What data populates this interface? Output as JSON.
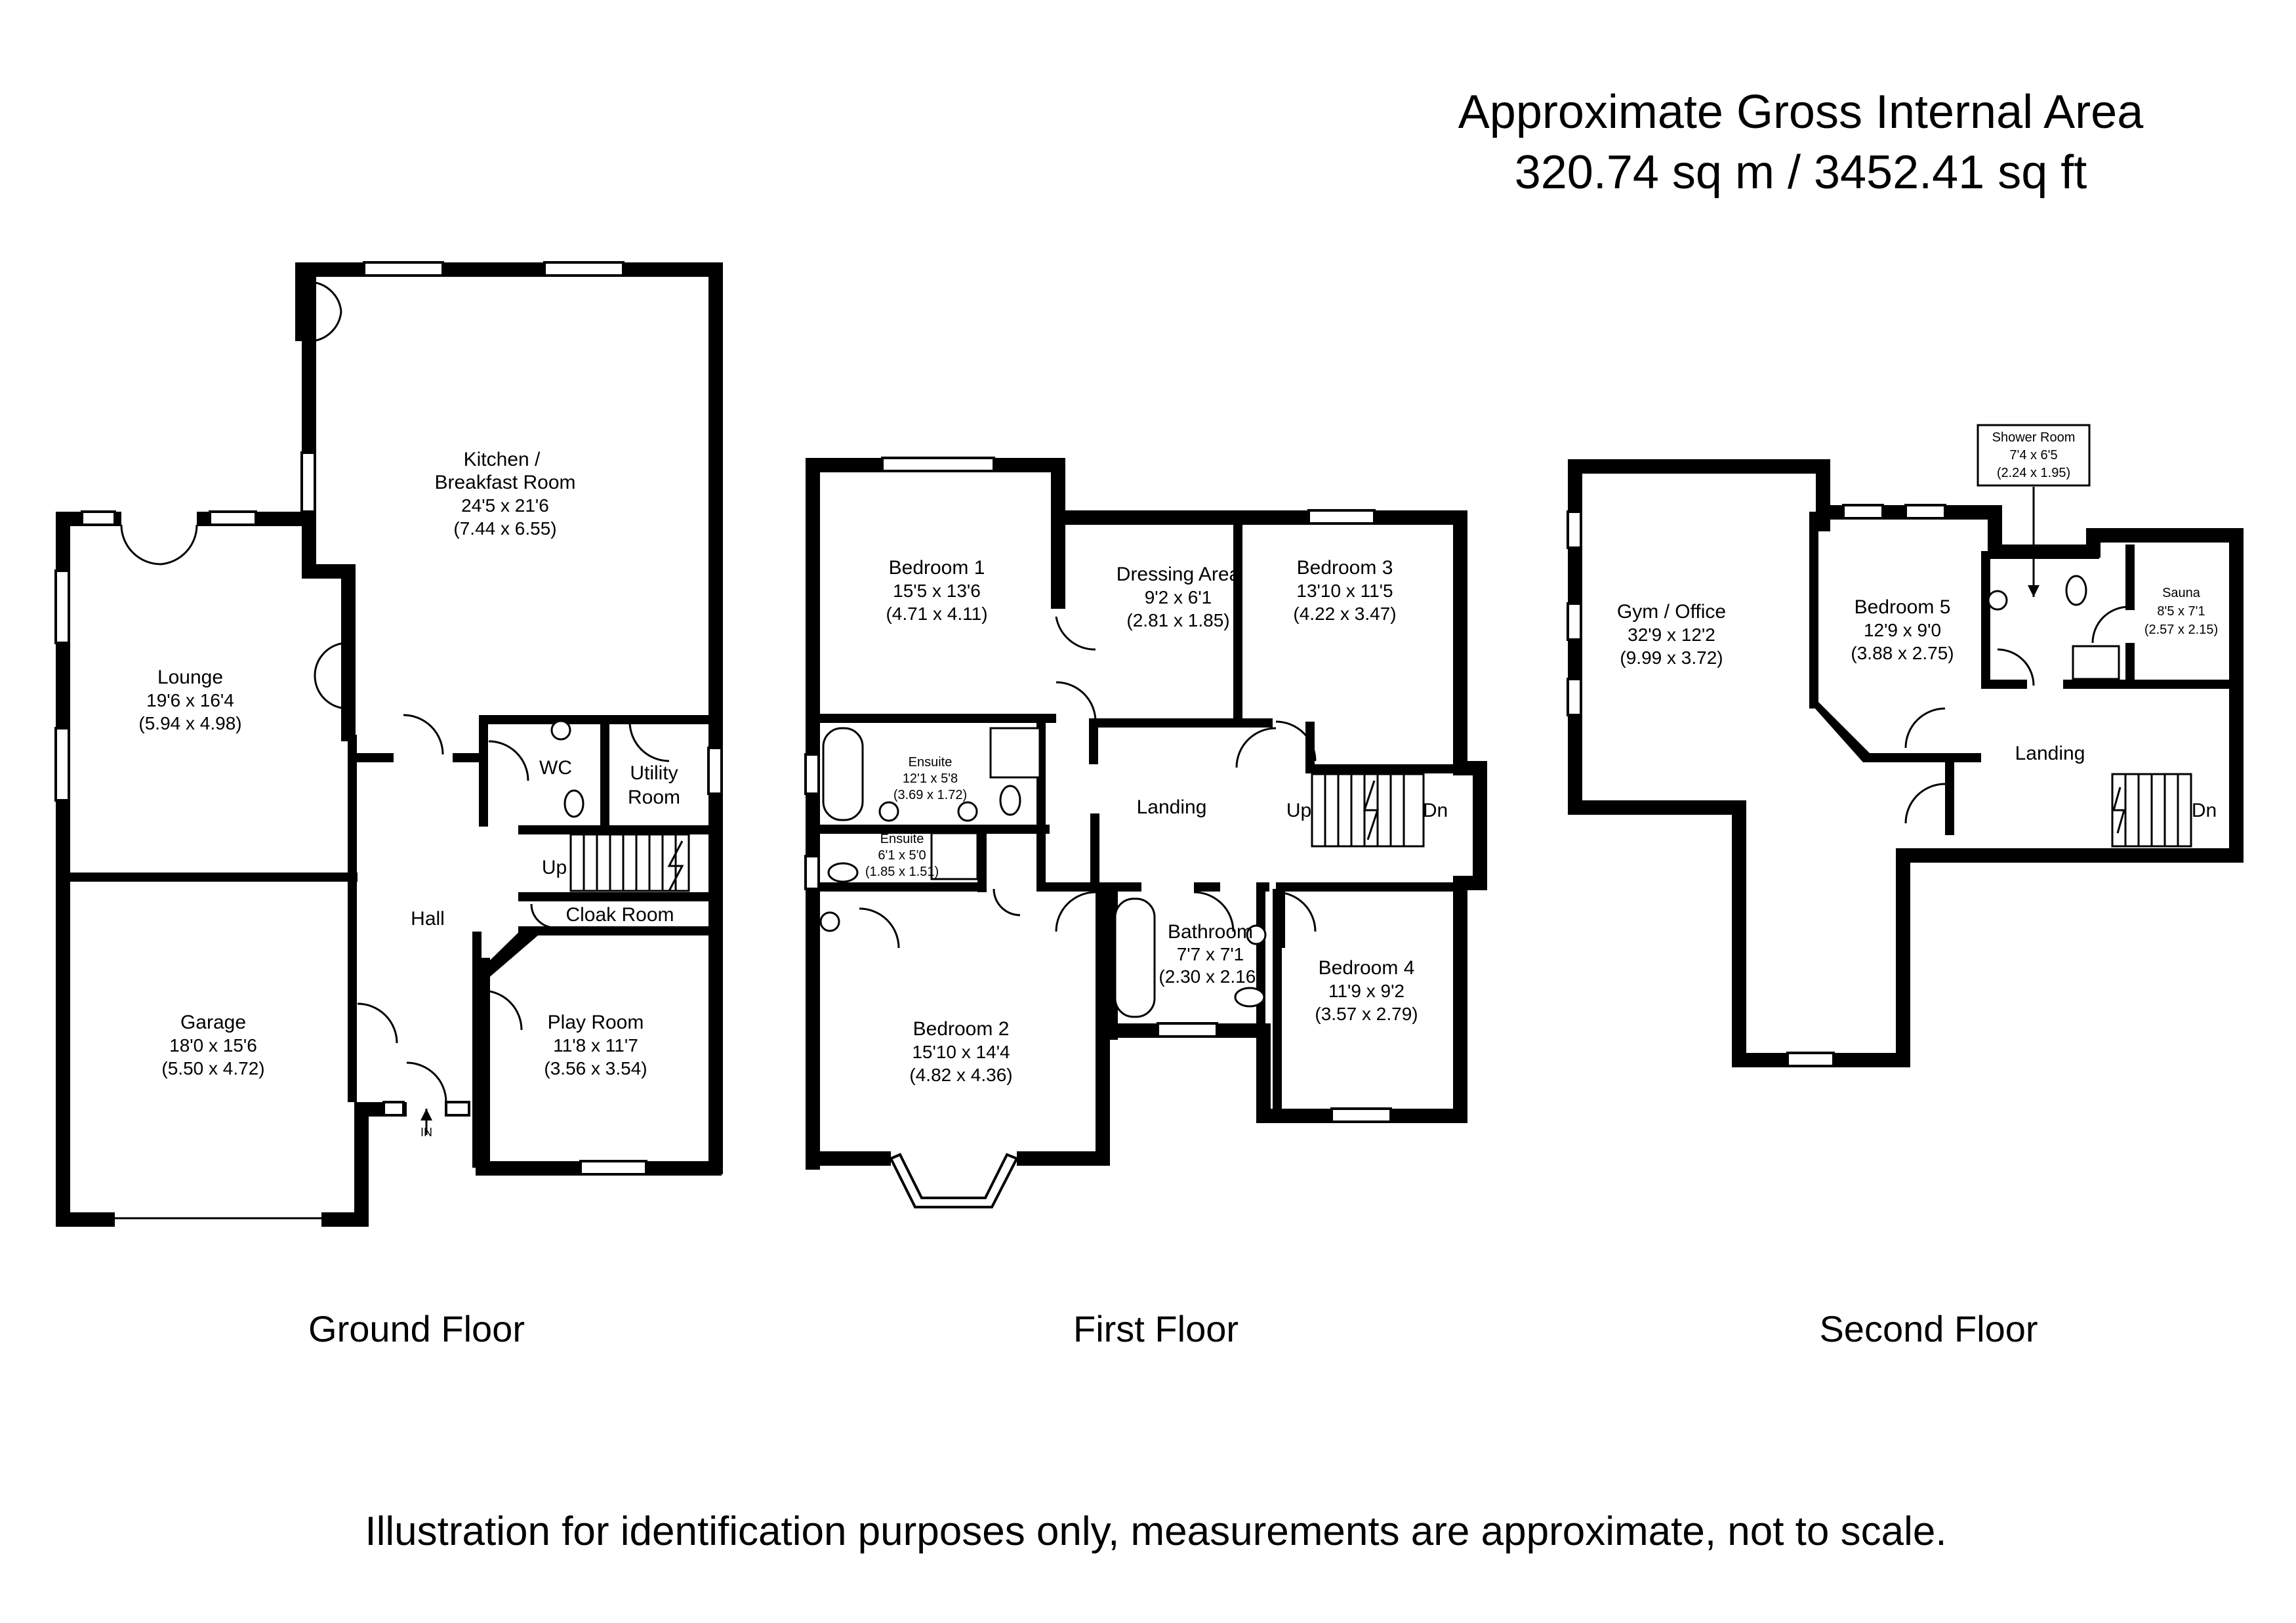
{
  "header": {
    "line1": "Approximate Gross Internal Area",
    "line2": "320.74 sq m / 3452.41 sq ft"
  },
  "footer": {
    "disclaimer": "Illustration for identification purposes only, measurements are approximate, not to scale."
  },
  "floors": {
    "ground": {
      "label": "Ground Floor",
      "rooms": {
        "kitchen": {
          "name1": "Kitchen /",
          "name2": "Breakfast Room",
          "dim_imperial": "24'5 x 21'6",
          "dim_metric": "(7.44 x 6.55)"
        },
        "lounge": {
          "name": "Lounge",
          "dim_imperial": "19'6 x 16'4",
          "dim_metric": "(5.94 x 4.98)"
        },
        "garage": {
          "name": "Garage",
          "dim_imperial": "18'0 x 15'6",
          "dim_metric": "(5.50 x 4.72)"
        },
        "hall": {
          "name": "Hall"
        },
        "wc": {
          "name": "WC"
        },
        "utility": {
          "name1": "Utility",
          "name2": "Room"
        },
        "cloak": {
          "name": "Cloak Room"
        },
        "play": {
          "name": "Play Room",
          "dim_imperial": "11'8 x 11'7",
          "dim_metric": "(3.56 x 3.54)"
        }
      },
      "stairs_up": "Up",
      "entrance": "IN"
    },
    "first": {
      "label": "First Floor",
      "rooms": {
        "bed1": {
          "name": "Bedroom 1",
          "dim_imperial": "15'5 x 13'6",
          "dim_metric": "(4.71 x 4.11)"
        },
        "dressing": {
          "name": "Dressing Area",
          "dim_imperial": "9'2 x 6'1",
          "dim_metric": "(2.81 x 1.85)"
        },
        "bed3": {
          "name": "Bedroom 3",
          "dim_imperial": "13'10 x 11'5",
          "dim_metric": "(4.22 x 3.47)"
        },
        "ensuite1": {
          "name": "Ensuite",
          "dim_imperial": "12'1 x 5'8",
          "dim_metric": "(3.69 x 1.72)"
        },
        "ensuite2": {
          "name": "Ensuite",
          "dim_imperial": "6'1 x 5'0",
          "dim_metric": "(1.85 x 1.51)"
        },
        "landing": {
          "name": "Landing"
        },
        "bathroom": {
          "name": "Bathroom",
          "dim_imperial": "7'7 x 7'1",
          "dim_metric": "(2.30 x 2.16)"
        },
        "bed4": {
          "name": "Bedroom 4",
          "dim_imperial": "11'9 x 9'2",
          "dim_metric": "(3.57 x 2.79)"
        },
        "bed2": {
          "name": "Bedroom 2",
          "dim_imperial": "15'10 x 14'4",
          "dim_metric": "(4.82 x 4.36)"
        }
      },
      "stairs_up": "Up",
      "stairs_down": "Dn"
    },
    "second": {
      "label": "Second Floor",
      "rooms": {
        "shower": {
          "name": "Shower Room",
          "dim_imperial": "7'4 x 6'5",
          "dim_metric": "(2.24 x 1.95)"
        },
        "gym": {
          "name": "Gym / Office",
          "dim_imperial": "32'9 x 12'2",
          "dim_metric": "(9.99 x 3.72)"
        },
        "bed5": {
          "name": "Bedroom 5",
          "dim_imperial": "12'9 x 9'0",
          "dim_metric": "(3.88 x 2.75)"
        },
        "sauna": {
          "name": "Sauna",
          "dim_imperial": "8'5 x 7'1",
          "dim_metric": "(2.57 x 2.15)"
        },
        "landing": {
          "name": "Landing"
        }
      },
      "stairs_down": "Dn"
    }
  }
}
